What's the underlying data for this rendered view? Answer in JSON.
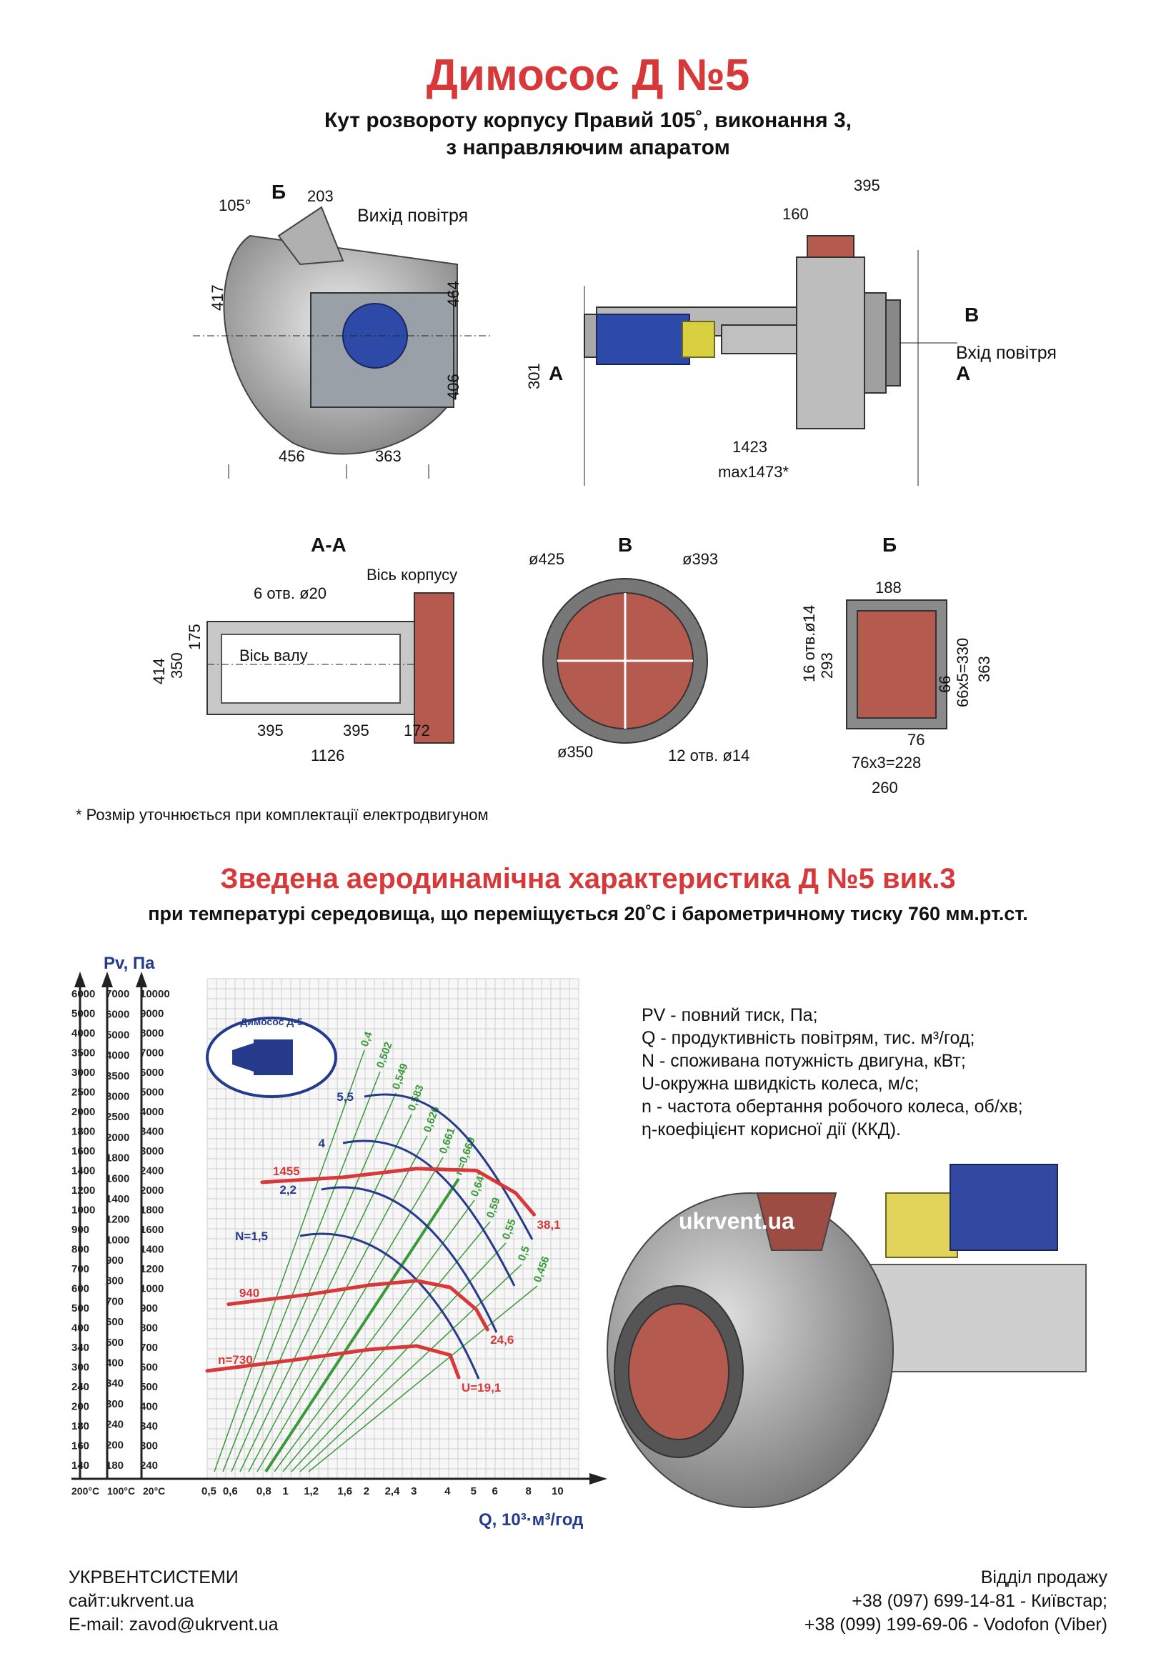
{
  "header": {
    "title": "Димосос  Д №5",
    "subtitle1": "Кут розвороту корпусу Правий 105˚, виконання 3,",
    "subtitle2": "з направляючим апаратом"
  },
  "drawing_front": {
    "angle": "105°",
    "label_b": "Б",
    "dim_203": "203",
    "outlet": "Вихід повітря",
    "dim_417": "417",
    "dim_464": "464",
    "dim_406": "406",
    "dim_456": "456",
    "dim_363": "363"
  },
  "drawing_side": {
    "dim_395": "395",
    "dim_160": "160",
    "label_v": "В",
    "inlet": "Вхід повітря",
    "label_a": "А",
    "dim_301": "301",
    "dim_1423": "1423",
    "dim_max": "max1473*"
  },
  "section_aa": {
    "title": "А-А",
    "axis_body": "Вісь корпусу",
    "holes": "6 отв. ø20",
    "axis_shaft": "Вісь валу",
    "dim_414": "414",
    "dim_350": "350",
    "dim_175": "175",
    "dim_395a": "395",
    "dim_395b": "395",
    "dim_172": "172",
    "dim_1126": "1126"
  },
  "section_v": {
    "title": "В",
    "d425": "ø425",
    "d393": "ø393",
    "d350": "ø350",
    "holes": "12 отв. ø14"
  },
  "section_b": {
    "title": "Б",
    "dim_188": "188",
    "holes": "16 отв.ø14",
    "dim_293": "293",
    "dim_66": "66",
    "dim_66x5": "66x5=330",
    "dim_363": "363",
    "dim_76": "76",
    "dim_76x3": "76x3=228",
    "dim_260": "260"
  },
  "note": "* Розмір уточнюється при комплектації електродвигуном",
  "section2": {
    "title": "Зведена аеродинамічна характеристика Д №5 вик.3",
    "subtitle": "при температурі середовища, що переміщується 20˚С і барометричному тиску 760 мм.рт.ст."
  },
  "chart_data": {
    "type": "line",
    "xlabel": "Q, 10³·м³/год",
    "ylabel": "Pv, Па",
    "x_ticks": [
      "0,5",
      "0,6",
      "0,8",
      "1",
      "1,2",
      "1,6",
      "2",
      "2,4",
      "3",
      "4",
      "5",
      "6",
      "8",
      "10"
    ],
    "y_ticks_200C": [
      "6000",
      "5000",
      "4000",
      "3500",
      "3000",
      "2500",
      "2000",
      "1800",
      "1600",
      "1400",
      "1200",
      "1000",
      "900",
      "800",
      "700",
      "600",
      "500",
      "400",
      "340",
      "300",
      "240",
      "200",
      "180",
      "160",
      "140"
    ],
    "y_ticks_100C": [
      "7000",
      "6000",
      "5000",
      "4000",
      "3500",
      "3000",
      "2500",
      "2000",
      "1800",
      "1600",
      "1400",
      "1200",
      "1000",
      "900",
      "800",
      "700",
      "600",
      "500",
      "400",
      "340",
      "300",
      "240",
      "200",
      "180"
    ],
    "y_ticks_20C": [
      "10000",
      "9000",
      "8000",
      "7000",
      "6000",
      "5000",
      "4000",
      "3400",
      "3000",
      "2400",
      "2000",
      "1800",
      "1600",
      "1400",
      "1200",
      "1000",
      "900",
      "800",
      "700",
      "600",
      "500",
      "400",
      "340",
      "300",
      "240"
    ],
    "temp_labels": [
      "200°C",
      "100°C",
      "20°C"
    ],
    "efficiency_labels": [
      "0,4",
      "0,502",
      "0,549",
      "0,583",
      "0,626",
      "0,661",
      "η=0,669",
      "0,647",
      "0,59",
      "0,55",
      "0,5",
      "0,456"
    ],
    "speed_curves": [
      {
        "name": "n=730",
        "speed_end": "U=19,1",
        "points": [
          [
            0.5,
            315
          ],
          [
            1,
            340
          ],
          [
            2,
            370
          ],
          [
            3,
            380
          ],
          [
            4,
            355
          ],
          [
            4.3,
            300
          ]
        ]
      },
      {
        "name": "940",
        "speed_end": "24,6",
        "points": [
          [
            0.6,
            520
          ],
          [
            1.2,
            560
          ],
          [
            2,
            600
          ],
          [
            3,
            620
          ],
          [
            4,
            590
          ],
          [
            5,
            500
          ],
          [
            5.5,
            430
          ]
        ]
      },
      {
        "name": "1455",
        "speed_end": "38,1",
        "points": [
          [
            0.8,
            1300
          ],
          [
            1.6,
            1350
          ],
          [
            3,
            1440
          ],
          [
            5,
            1420
          ],
          [
            7,
            1200
          ],
          [
            8.2,
            1020
          ]
        ]
      }
    ],
    "power_labels": [
      "N=1,5",
      "2,2",
      "4",
      "5,5"
    ],
    "logo": "Димосос Д-5"
  },
  "legend": {
    "l1": "PV - повний тиск, Па;",
    "l2": "Q - продуктивність повітрям, тис. м³/год;",
    "l3": "N - споживана потужність двигуна, кВт;",
    "l4": "U-окружна швидкість колеса, м/с;",
    "l5": "n - частота обертання робочого колеса, об/хв;",
    "l6": "η-коефіцієнт корисної дії (ККД)."
  },
  "footer": {
    "company": "УКРВЕНТСИСТЕМИ",
    "site": "сайт:ukrvent.ua",
    "email": "E-mail: zavod@ukrvent.ua",
    "sales": "Відділ продажу",
    "phone1": "+38 (097) 699-14-81 - Київстар;",
    "phone2": "+38 (099) 199-69-06 - Vodofon (Viber)"
  },
  "watermark": "ukrvent.ua",
  "colors": {
    "accent": "#d7393a",
    "curve_red": "#d7393a",
    "curve_blue": "#253a8a",
    "curve_green": "#3a9a3a"
  }
}
